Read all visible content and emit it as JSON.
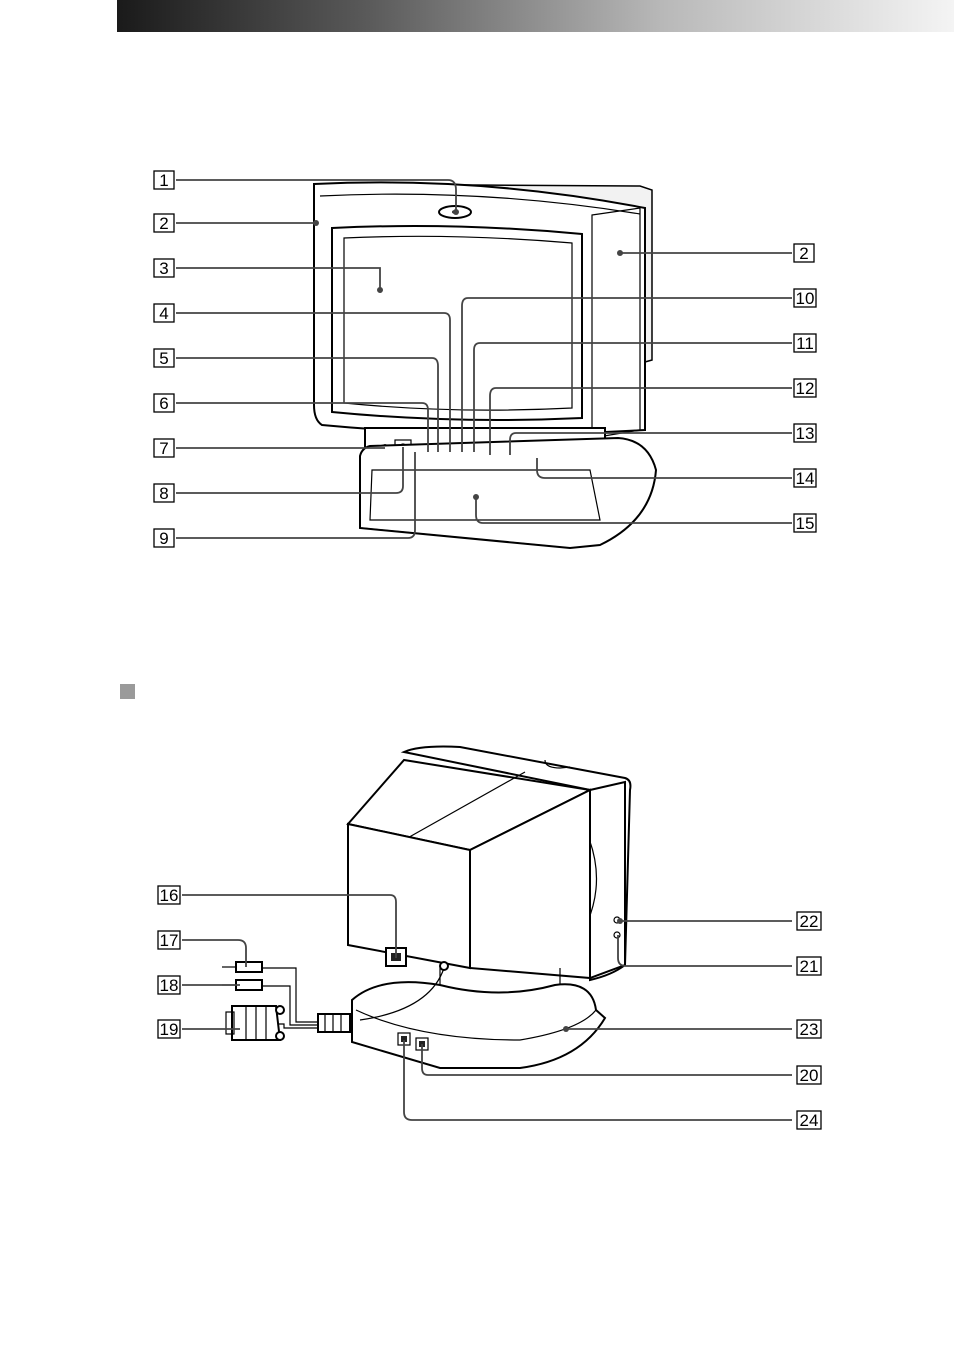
{
  "front_view": {
    "callouts": [
      {
        "id": "c1",
        "label": "1"
      },
      {
        "id": "c2l",
        "label": "2"
      },
      {
        "id": "c3",
        "label": "3"
      },
      {
        "id": "c4",
        "label": "4"
      },
      {
        "id": "c5",
        "label": "5"
      },
      {
        "id": "c6",
        "label": "6"
      },
      {
        "id": "c7",
        "label": "7"
      },
      {
        "id": "c8",
        "label": "8"
      },
      {
        "id": "c9",
        "label": "9"
      },
      {
        "id": "c2r",
        "label": "2"
      },
      {
        "id": "c10",
        "label": "10"
      },
      {
        "id": "c11",
        "label": "11"
      },
      {
        "id": "c12",
        "label": "12"
      },
      {
        "id": "c13",
        "label": "13"
      },
      {
        "id": "c14",
        "label": "14"
      },
      {
        "id": "c15",
        "label": "15"
      }
    ]
  },
  "rear_view": {
    "callouts": [
      {
        "id": "c16",
        "label": "16"
      },
      {
        "id": "c17",
        "label": "17"
      },
      {
        "id": "c18",
        "label": "18"
      },
      {
        "id": "c19",
        "label": "19"
      },
      {
        "id": "c22",
        "label": "22"
      },
      {
        "id": "c21",
        "label": "21"
      },
      {
        "id": "c23",
        "label": "23"
      },
      {
        "id": "c20",
        "label": "20"
      },
      {
        "id": "c24",
        "label": "24"
      }
    ]
  },
  "colors": {
    "leader": "#444444",
    "section_marker": "#9a9a9a"
  }
}
